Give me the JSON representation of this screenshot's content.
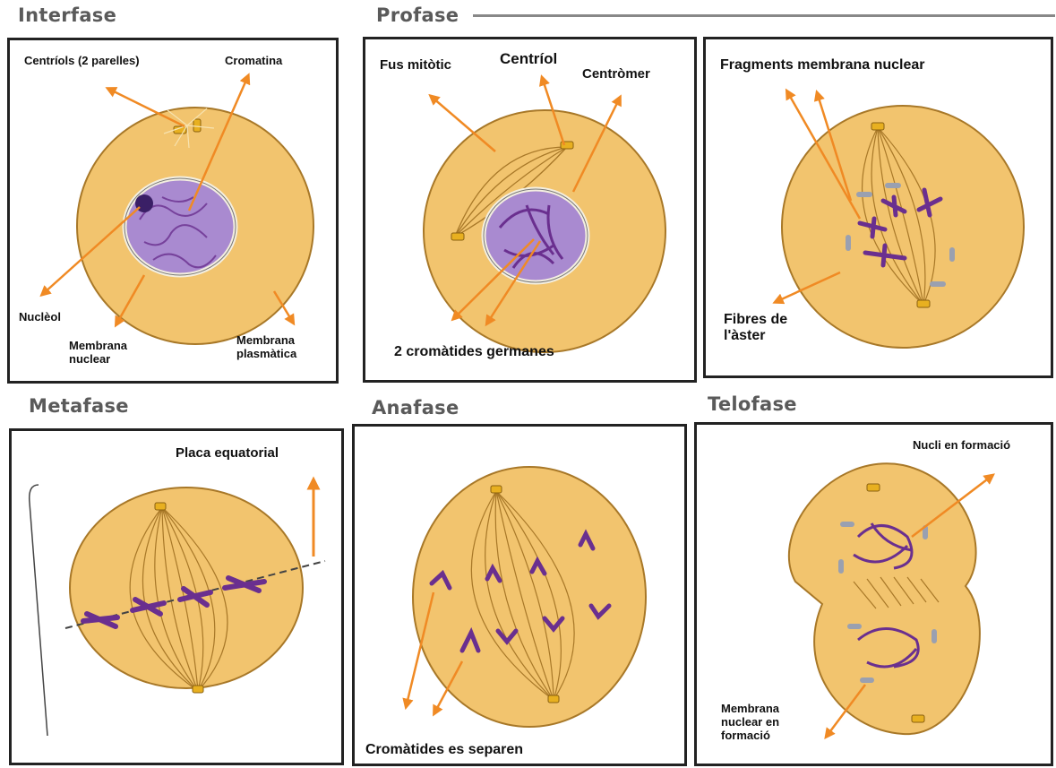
{
  "colors": {
    "cytoplasm": "#f2c46e",
    "cell_outline": "#a87828",
    "arrow": "#f08a24",
    "chromosome": "#6a2f8f",
    "nucleus": "#a98ad0",
    "border": "#222222"
  },
  "phases": {
    "interphase": {
      "title": "Interfase"
    },
    "prophase": {
      "title": "Profase"
    },
    "metaphase": {
      "title": "Metafase"
    },
    "anaphase": {
      "title": "Anafase"
    },
    "telophase": {
      "title": "Telofase"
    }
  },
  "labels": {
    "interphase": {
      "centrioles": "Centríols (2 parelles)",
      "chromatin": "Cromatina",
      "nucleolus": "Nuclèol",
      "nuclear_membrane": "Membrana\nnuclear",
      "plasma_membrane": "Membrana\nplasmàtica"
    },
    "prophase": {
      "spindle": "Fus mitòtic",
      "centriole": "Centríol",
      "centromere": "Centròmer",
      "sister_chromatids": "2 cromàtides germanes"
    },
    "prometaphase": {
      "membrane_fragments": "Fragments membrana nuclear",
      "aster_fibers": "Fibres de\nl'àster"
    },
    "metaphase": {
      "equatorial_plate": "Placa equatorial"
    },
    "anaphase": {
      "chromatids_separate": "Cromàtides es separen"
    },
    "telophase": {
      "nucleus_forming": "Nucli en formació",
      "membrane_forming": "Membrana\nnuclear en\nformació"
    }
  }
}
